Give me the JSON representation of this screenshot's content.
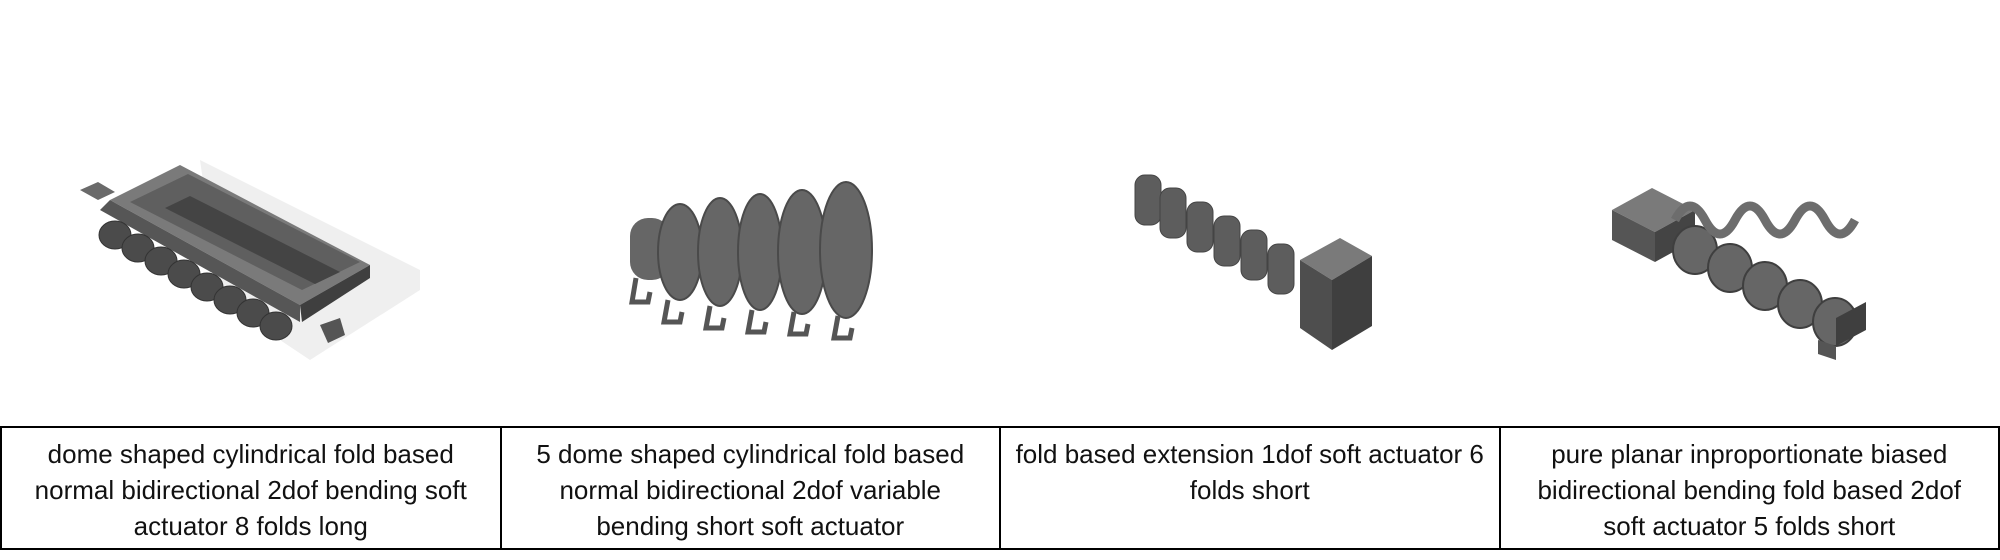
{
  "colors": {
    "actuator_body": "#5b5b5b",
    "actuator_top": "#7a7a7a",
    "actuator_dark": "#3e3e3e",
    "shadow": "#eeeeee",
    "border": "#000000"
  },
  "panels": [
    {
      "illustration": "dome-cylindrical-fold-actuator-8-folds-long",
      "caption": "dome shaped cylindrical fold based normal bidirectional 2dof bending soft actuator 8 folds long"
    },
    {
      "illustration": "dome-cylindrical-fold-actuator-5-domes-variable",
      "caption": "5 dome shaped cylindrical fold based normal bidirectional 2dof variable bending short soft actuator"
    },
    {
      "illustration": "fold-extension-actuator-6-folds",
      "caption": "fold based extension 1dof soft actuator 6 folds short"
    },
    {
      "illustration": "planar-biased-bending-actuator-5-folds",
      "caption": "pure planar inproportionate biased bidirectional bending fold based 2dof soft actuator 5 folds short"
    }
  ]
}
